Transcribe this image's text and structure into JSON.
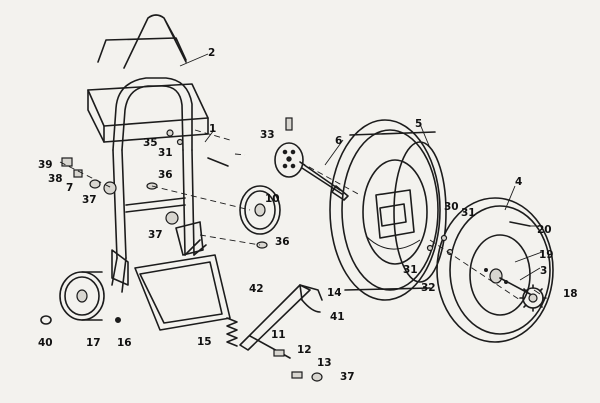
{
  "callouts": {
    "c1": "1",
    "c2": "2",
    "c3": "3",
    "c4": "4",
    "c5": "5",
    "c6": "6",
    "c7": "7",
    "c10": "10",
    "c11": "11",
    "c12": "12",
    "c13": "13",
    "c14": "14",
    "c15": "15",
    "c16": "16",
    "c17": "17",
    "c18": "18",
    "c19": "19",
    "c20": "20",
    "c30": "30",
    "c31a": "31",
    "c31b": "31",
    "c31c": "31",
    "c32": "32",
    "c33": "33",
    "c35": "35",
    "c36a": "36",
    "c36b": "36",
    "c37a": "37",
    "c37b": "37",
    "c37c": "37",
    "c38": "38",
    "c39": "39",
    "c40": "40",
    "c41": "41",
    "c42": "42"
  }
}
